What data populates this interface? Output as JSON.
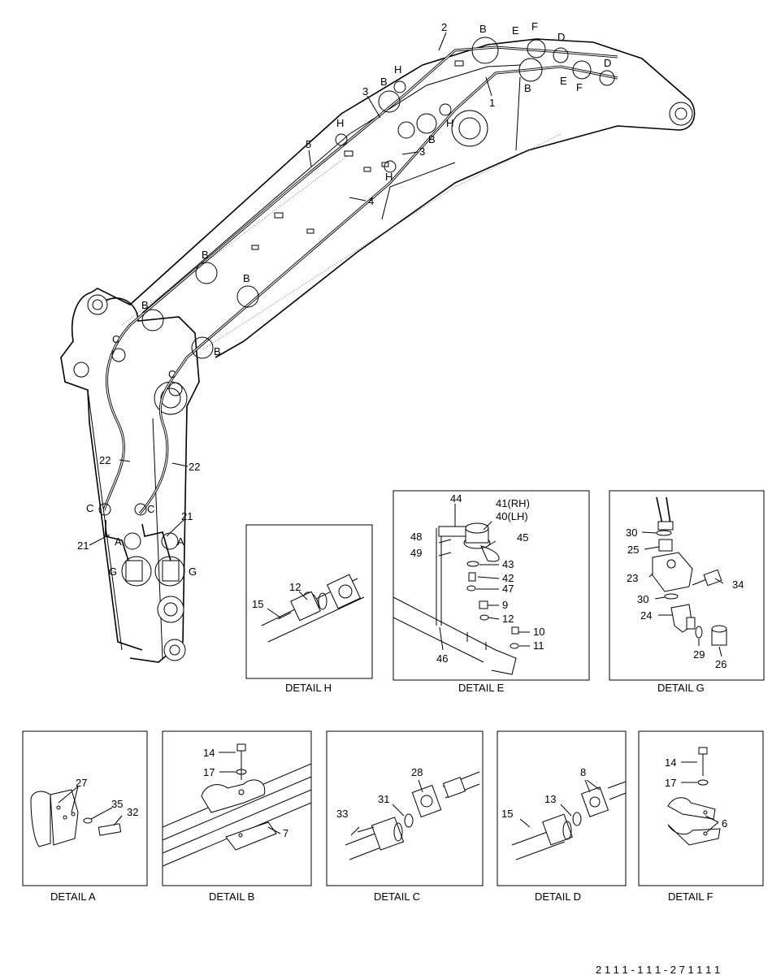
{
  "main_callouts": [
    {
      "id": "c2",
      "text": "2"
    },
    {
      "id": "c1",
      "text": "1"
    },
    {
      "id": "c3a",
      "text": "3"
    },
    {
      "id": "c3b",
      "text": "3"
    },
    {
      "id": "c4",
      "text": "4"
    },
    {
      "id": "c5",
      "text": "5"
    },
    {
      "id": "c22a",
      "text": "22"
    },
    {
      "id": "c22b",
      "text": "22"
    },
    {
      "id": "c21a",
      "text": "21"
    },
    {
      "id": "c21b",
      "text": "21"
    }
  ],
  "letter_markers": [
    {
      "id": "mB1",
      "text": "B"
    },
    {
      "id": "mE1",
      "text": "E"
    },
    {
      "id": "mF1",
      "text": "F"
    },
    {
      "id": "mD1",
      "text": "D"
    },
    {
      "id": "mB2",
      "text": "B"
    },
    {
      "id": "mE2",
      "text": "E"
    },
    {
      "id": "mF2",
      "text": "F"
    },
    {
      "id": "mD2",
      "text": "D"
    },
    {
      "id": "mH1",
      "text": "H"
    },
    {
      "id": "mB3",
      "text": "B"
    },
    {
      "id": "mH2",
      "text": "H"
    },
    {
      "id": "mB4",
      "text": "B"
    },
    {
      "id": "mH3",
      "text": "H"
    },
    {
      "id": "mH4",
      "text": "H"
    },
    {
      "id": "mB5",
      "text": "B"
    },
    {
      "id": "mB6",
      "text": "B"
    },
    {
      "id": "mB7",
      "text": "B"
    },
    {
      "id": "mB8",
      "text": "B"
    },
    {
      "id": "mC1",
      "text": "C"
    },
    {
      "id": "mC2",
      "text": "C"
    },
    {
      "id": "mC3",
      "text": "C"
    },
    {
      "id": "mC4",
      "text": "C"
    },
    {
      "id": "mA1",
      "text": "A"
    },
    {
      "id": "mA2",
      "text": "A"
    },
    {
      "id": "mG1",
      "text": "G"
    },
    {
      "id": "mG2",
      "text": "G"
    }
  ],
  "detail_h": {
    "caption": "DETAIL  H",
    "labels": [
      "15",
      "12"
    ]
  },
  "detail_e": {
    "caption": "DETAIL  E",
    "labels": [
      "44",
      "41(RH)",
      "40(LH)",
      "48",
      "49",
      "45",
      "43",
      "42",
      "47",
      "9",
      "12",
      "10",
      "11",
      "46"
    ]
  },
  "detail_g": {
    "caption": "DETAIL  G",
    "labels": [
      "30",
      "25",
      "23",
      "34",
      "30",
      "24",
      "29",
      "26"
    ]
  },
  "detail_a": {
    "caption": "DETAIL  A",
    "labels": [
      "27",
      "35",
      "32"
    ]
  },
  "detail_b": {
    "caption": "DETAIL  B",
    "labels": [
      "14",
      "17",
      "7"
    ]
  },
  "detail_c": {
    "caption": "DETAIL  C",
    "labels": [
      "28",
      "31",
      "33"
    ]
  },
  "detail_d": {
    "caption": "DETAIL  D",
    "labels": [
      "8",
      "13",
      "15"
    ]
  },
  "detail_f": {
    "caption": "DETAIL  F",
    "labels": [
      "14",
      "17",
      "6"
    ]
  },
  "footer": {
    "text": "2 1 1 1 - 1 1 1 - 2 7 1 1 1 1"
  }
}
